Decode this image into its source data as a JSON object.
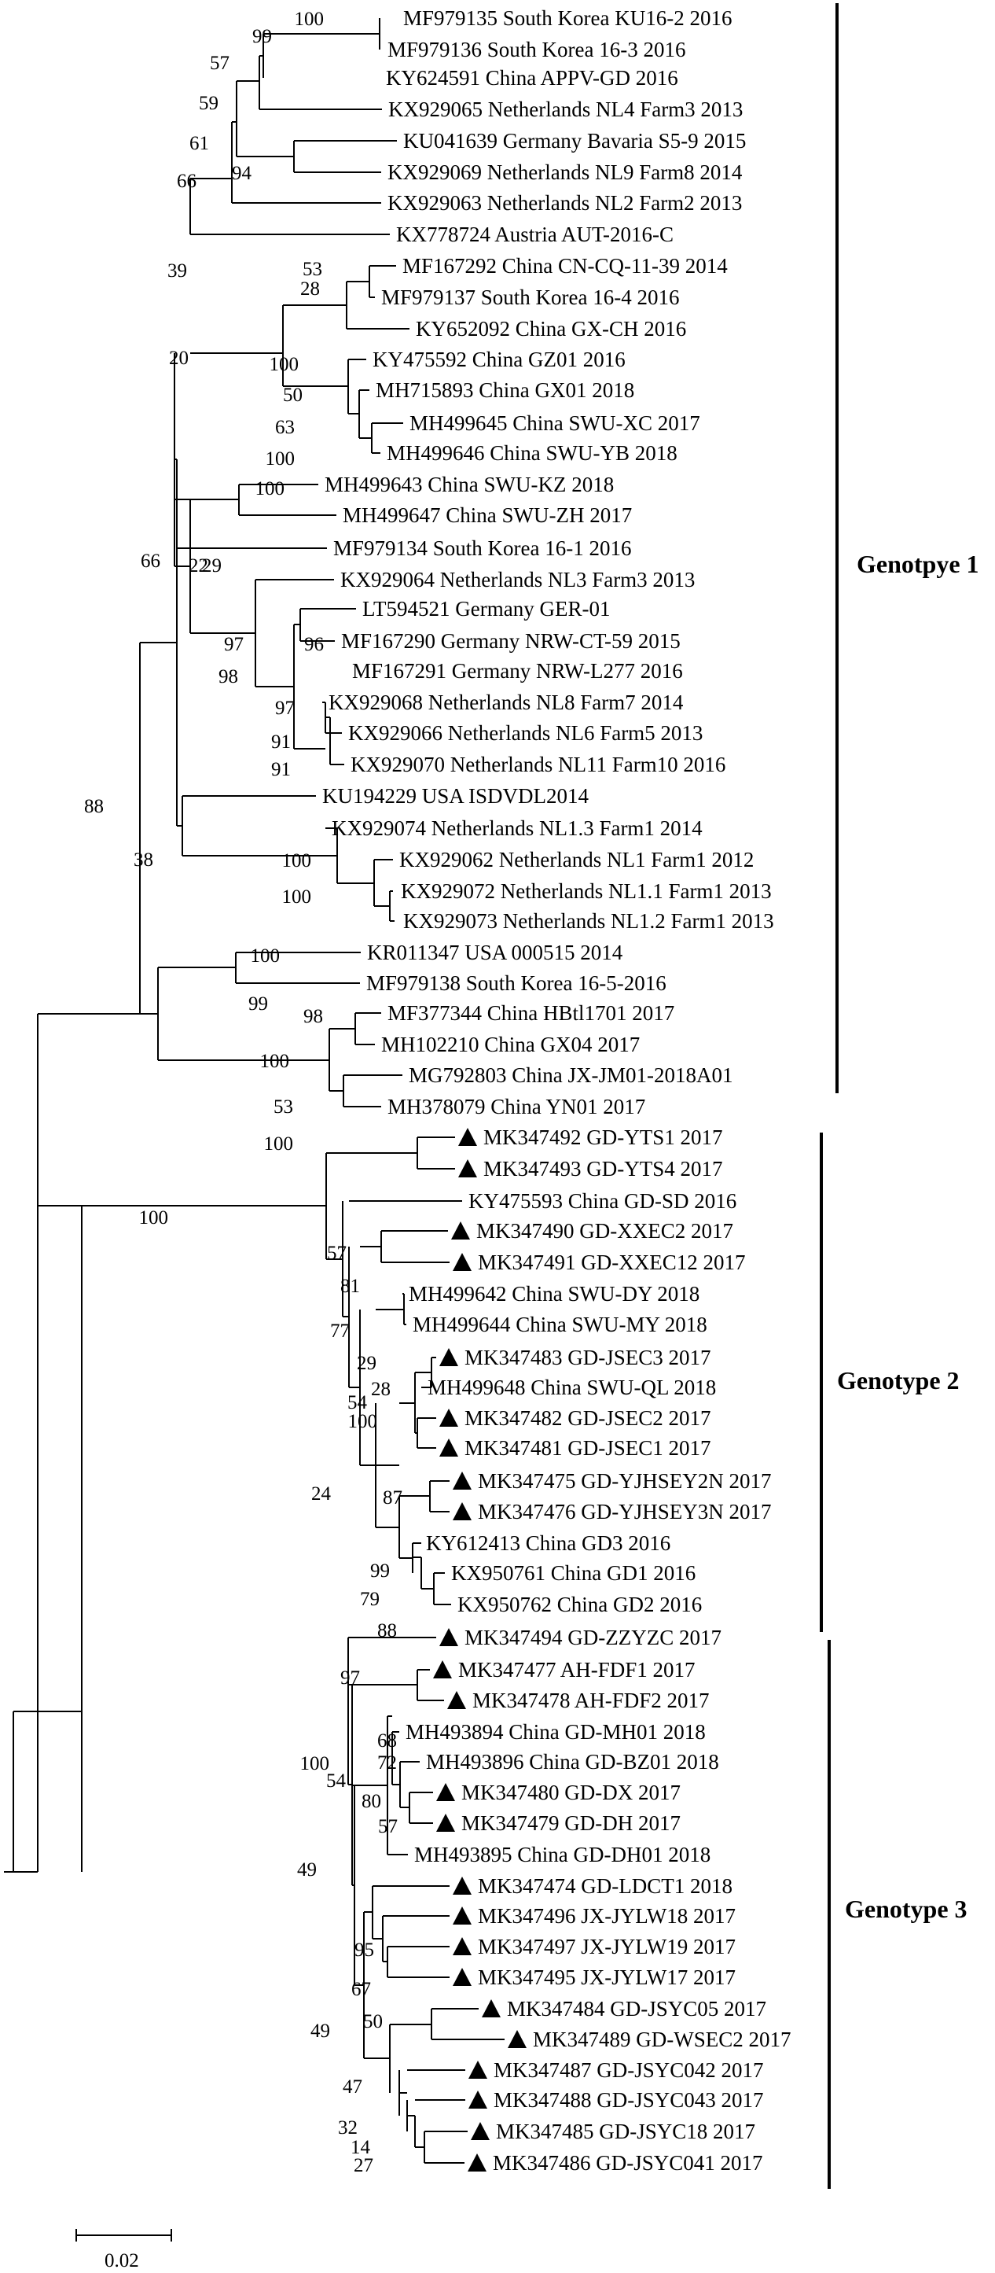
{
  "scale_bar": {
    "label": "0.02"
  },
  "clade_labels": [
    {
      "text": "Genotpye 1"
    },
    {
      "text": "Genotype 2"
    },
    {
      "text": "Genotype 3"
    }
  ],
  "supports": [
    "100",
    "99",
    "57",
    "59",
    "61",
    "94",
    "66",
    "39",
    "53",
    "28",
    "100",
    "50",
    "63",
    "100",
    "20",
    "100",
    "22",
    "66",
    "29",
    "97",
    "96",
    "98",
    "97",
    "91",
    "91",
    "88",
    "38",
    "100",
    "100",
    "100",
    "99",
    "98",
    "100",
    "53",
    "100",
    "100",
    "57",
    "81",
    "77",
    "29",
    "28",
    "54",
    "100",
    "24",
    "87",
    "99",
    "79",
    "88",
    "97",
    "68",
    "100",
    "72",
    "54",
    "80",
    "57",
    "49",
    "95",
    "67",
    "50",
    "49",
    "47",
    "32",
    "14",
    "27"
  ],
  "leaves": [
    "MF979135 South Korea KU16-2 2016",
    "MF979136 South Korea 16-3 2016",
    "KY624591 China APPV-GD 2016",
    "KX929065 Netherlands NL4 Farm3 2013",
    "KU041639 Germany Bavaria S5-9 2015",
    "KX929069 Netherlands NL9 Farm8 2014",
    "KX929063 Netherlands NL2 Farm2 2013",
    "KX778724 Austria AUT-2016-C",
    "MF167292 China CN-CQ-11-39 2014",
    "MF979137 South Korea 16-4 2016",
    "KY652092 China GX-CH 2016",
    "KY475592 China GZ01 2016",
    "MH715893 China GX01 2018",
    "MH499645 China SWU-XC 2017",
    "MH499646 China SWU-YB 2018",
    "MH499643 China SWU-KZ 2018",
    "MH499647 China SWU-ZH 2017",
    "MF979134 South Korea 16-1 2016",
    "KX929064 Netherlands NL3 Farm3 2013",
    "LT594521 Germany GER-01",
    "MF167290 Germany NRW-CT-59 2015",
    "MF167291 Germany NRW-L277 2016",
    "KX929068 Netherlands NL8 Farm7 2014",
    "KX929066 Netherlands NL6 Farm5 2013",
    "KX929070 Netherlands NL11 Farm10 2016",
    "KU194229 USA ISDVDL2014",
    "KX929074 Netherlands NL1.3 Farm1 2014",
    "KX929062 Netherlands NL1 Farm1 2012",
    "KX929072 Netherlands NL1.1 Farm1 2013",
    "KX929073 Netherlands NL1.2 Farm1 2013",
    "KR011347 USA 000515 2014",
    "MF979138 South Korea 16-5-2016",
    "MF377344 China HBtl1701 2017",
    "MH102210 China GX04 2017",
    "MG792803 China JX-JM01-2018A01",
    "MH378079 China YN01 2017",
    "MK347492 GD-YTS1 2017",
    "MK347493 GD-YTS4 2017",
    "KY475593 China GD-SD 2016",
    "MK347490 GD-XXEC2 2017",
    "MK347491 GD-XXEC12 2017",
    "MH499642 China SWU-DY 2018",
    "MH499644 China SWU-MY 2018",
    "MK347483 GD-JSEC3 2017",
    "MH499648 China SWU-QL 2018",
    "MK347482 GD-JSEC2 2017",
    "MK347481 GD-JSEC1 2017",
    "MK347475 GD-YJHSEY2N 2017",
    "MK347476 GD-YJHSEY3N 2017",
    "KY612413 China GD3 2016",
    "KX950761 China GD1 2016",
    "KX950762 China GD2 2016",
    "MK347494 GD-ZZYZC 2017",
    "MK347477 AH-FDF1 2017",
    "MK347478 AH-FDF2 2017",
    "MH493894 China GD-MH01 2018",
    "MH493896 China GD-BZ01 2018",
    "MK347480 GD-DX 2017",
    "MK347479 GD-DH 2017",
    "MH493895 China GD-DH01 2018",
    "MK347474 GD-LDCT1 2018",
    "MK347496 JX-JYLW18 2017",
    "MK347497 JX-JYLW19 2017",
    "MK347495 JX-JYLW17 2017",
    "MK347484 GD-JSYC05 2017",
    "MK347489 GD-WSEC2 2017",
    "MK347487 GD-JSYC042 2017",
    "MK347488 GD-JSYC043 2017",
    "MK347485 GD-JSYC18 2017",
    "MK347486 GD-JSYC041 2017"
  ]
}
